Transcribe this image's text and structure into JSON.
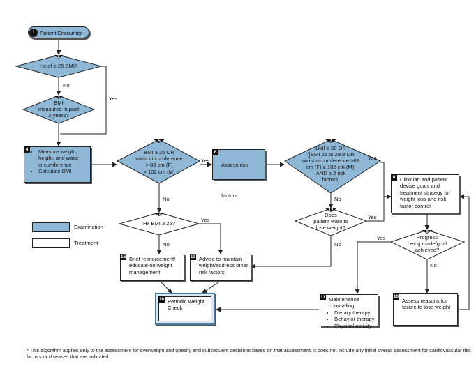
{
  "nodes": {
    "n1": {
      "num": "1",
      "text": "Patient Encounter"
    },
    "n2": {
      "num": "2",
      "text": "Hx of  ≥ 25 BMI?"
    },
    "n3": {
      "num": "3",
      "lines": [
        "BMI",
        "measured in past",
        "2 years?"
      ]
    },
    "n4": {
      "num": "4",
      "bullets": [
        "Measure weight, height, and waist circumference",
        "Calculate BMI"
      ]
    },
    "n5": {
      "num": "5",
      "lines": [
        "BMI ≥ 25 OR",
        "waist circumference",
        "> 88 cm (F)",
        "> 102 cm (M)"
      ]
    },
    "n6": {
      "num": "6",
      "text": "Assess risk factors"
    },
    "n7": {
      "num": "7",
      "lines": [
        "BMI ≥ 30 OR",
        "([BMI 25 to 29.9 OR",
        "waist circumference >88",
        "cm (F) ≥ 102 cm (M)]",
        "AND ≥ 2 risk",
        "factors]"
      ]
    },
    "n8": {
      "num": "8",
      "text": "Clinician and patient devise goals and treatment strategy for weight loss and risk factor control"
    },
    "n9": {
      "num": "9",
      "lines": [
        "Progress",
        "being made/goal",
        "achieved?"
      ]
    },
    "n10": {
      "num": "10",
      "text": "Assess reasons for failure to lose weight"
    },
    "n11": {
      "num": "11",
      "title": "Maintenance counseling:",
      "bullets": [
        "Dietary therapy",
        "Behavior therapy",
        "Physical activity"
      ]
    },
    "n12": {
      "num": "12",
      "lines": [
        "Does",
        "patient want to",
        "lose weight?"
      ]
    },
    "n13": {
      "num": "13",
      "text": "Advise to maintain weight/address other risk factors"
    },
    "n14": {
      "num": "14",
      "text": "Hx BMI ≥ 25?"
    },
    "n15": {
      "num": "15",
      "text": "Brief reinforcement/ educate on weight management"
    },
    "n16": {
      "num": "16",
      "text": "Periodic Weight Check"
    }
  },
  "edge_labels": {
    "yes": "Yes",
    "no": "No"
  },
  "legend": {
    "examination": "Examination",
    "treatment": "Treatment"
  },
  "colors": {
    "examination": "#8fb7d6",
    "treatment": "#ffffff",
    "stroke": "#222222"
  },
  "footnote": "* This algorithm applies only to the assessment for overweight and obesity and subsequent decisions based on that assessment.  It does not include any initial overall assessment for cardiovascular risk factors or diseases that are indicated."
}
